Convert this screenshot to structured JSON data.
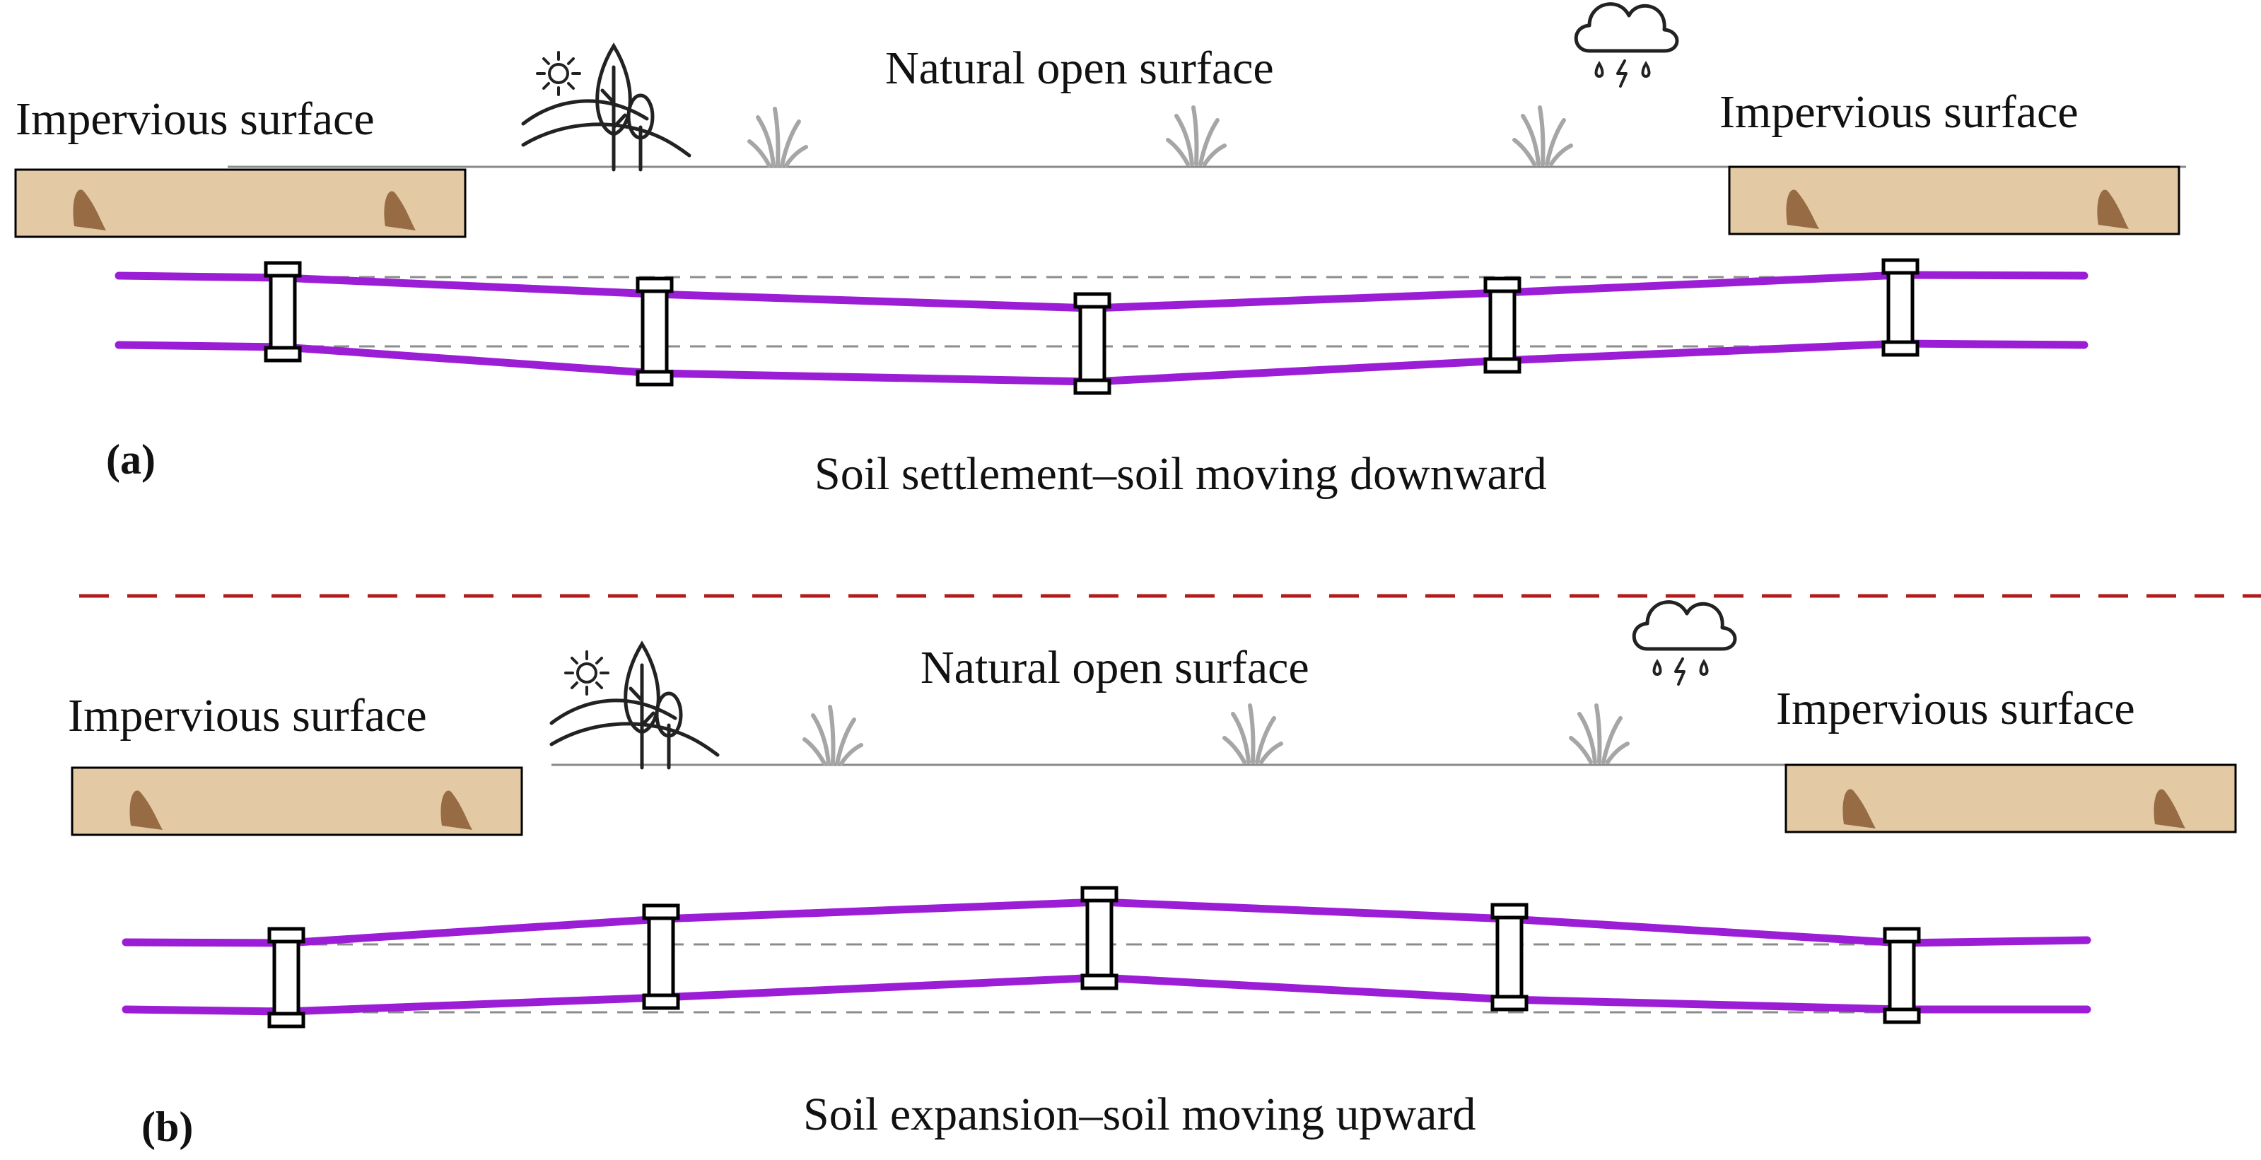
{
  "colors": {
    "pipe": "#9b1ed6",
    "separator": "#b31b1b",
    "ground_line": "#8a8a8a",
    "dashed_reference": "#8c8c8c",
    "grass": "#a6a6a6",
    "slab_fill": "#e3c9a4",
    "slab_stain": "#8a5a32",
    "joint": "#000000",
    "text": "#111111"
  },
  "icons": [
    "sun-icon",
    "tree-icon",
    "hill-icon",
    "grass-icon",
    "rain-cloud-icon"
  ],
  "panels": [
    {
      "id": "a",
      "panel_label": "(a)",
      "title": "Natural open surface",
      "left_surface": "Impervious surface",
      "right_surface": "Impervious surface",
      "caption": "Soil settlement–soil moving downward",
      "pipe_deformation": "downward"
    },
    {
      "id": "b",
      "panel_label": "(b)",
      "title": "Natural open surface",
      "left_surface": "Impervious surface",
      "right_surface": "Impervious surface",
      "caption": "Soil expansion–soil moving upward",
      "pipe_deformation": "upward"
    }
  ]
}
